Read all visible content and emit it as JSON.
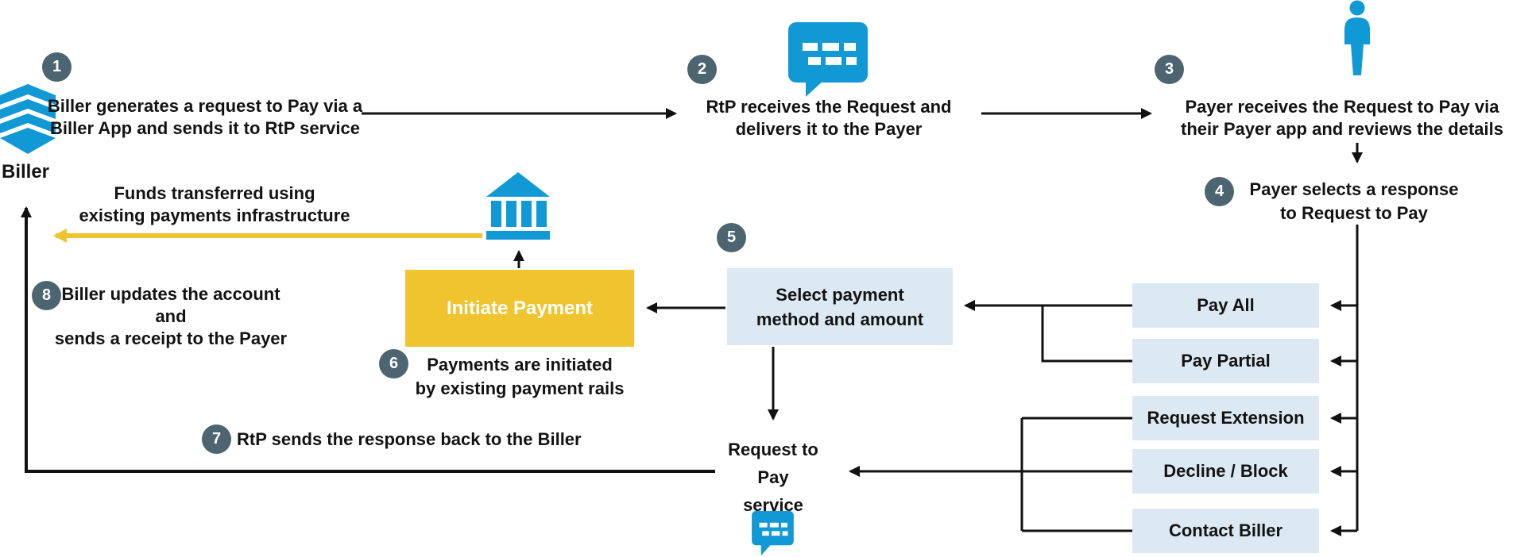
{
  "colors": {
    "brand_blue": "#1199d6",
    "accent_yellow": "#f0c42f",
    "badge_slate": "#4d6570",
    "option_light_blue": "#dce9f2",
    "line_black": "#111111"
  },
  "steps": [
    {
      "num": "1",
      "lines": [
        "Biller generates a request to Pay via a",
        "Biller App and sends it to RtP service"
      ]
    },
    {
      "num": "2",
      "lines": [
        "RtP receives the Request and",
        "delivers it to the Payer"
      ]
    },
    {
      "num": "3",
      "lines": [
        "Payer receives the Request to Pay via",
        "their Payer app and reviews the details"
      ]
    },
    {
      "num": "4",
      "lines": [
        "Payer selects a response",
        "to Request to Pay"
      ]
    },
    {
      "num": "5",
      "lines": []
    },
    {
      "num": "6",
      "lines": [
        "Payments are initiated",
        "by existing payment rails"
      ]
    },
    {
      "num": "7",
      "lines": [
        "RtP sends the response back to the Biller"
      ]
    },
    {
      "num": "8",
      "lines": [
        "Biller updates the account and",
        "sends a receipt to the Payer"
      ]
    }
  ],
  "annotations": {
    "biller_label": "Biller",
    "funds_lines": [
      "Funds transferred using",
      "existing payments infrastructure"
    ],
    "initiate_payment": "Initiate Payment",
    "select_lines": [
      "Select payment",
      "method and amount"
    ],
    "rtp_service_lines": [
      "Request to",
      "Pay",
      "service"
    ]
  },
  "options": [
    "Pay All",
    "Pay Partial",
    "Request Extension",
    "Decline / Block",
    "Contact Biller"
  ],
  "icons": {
    "biller": "building-layers-icon",
    "rtp_message": "message-icon",
    "payer": "person-icon",
    "bank": "bank-icon",
    "rtp_service_message": "message-icon-small"
  }
}
